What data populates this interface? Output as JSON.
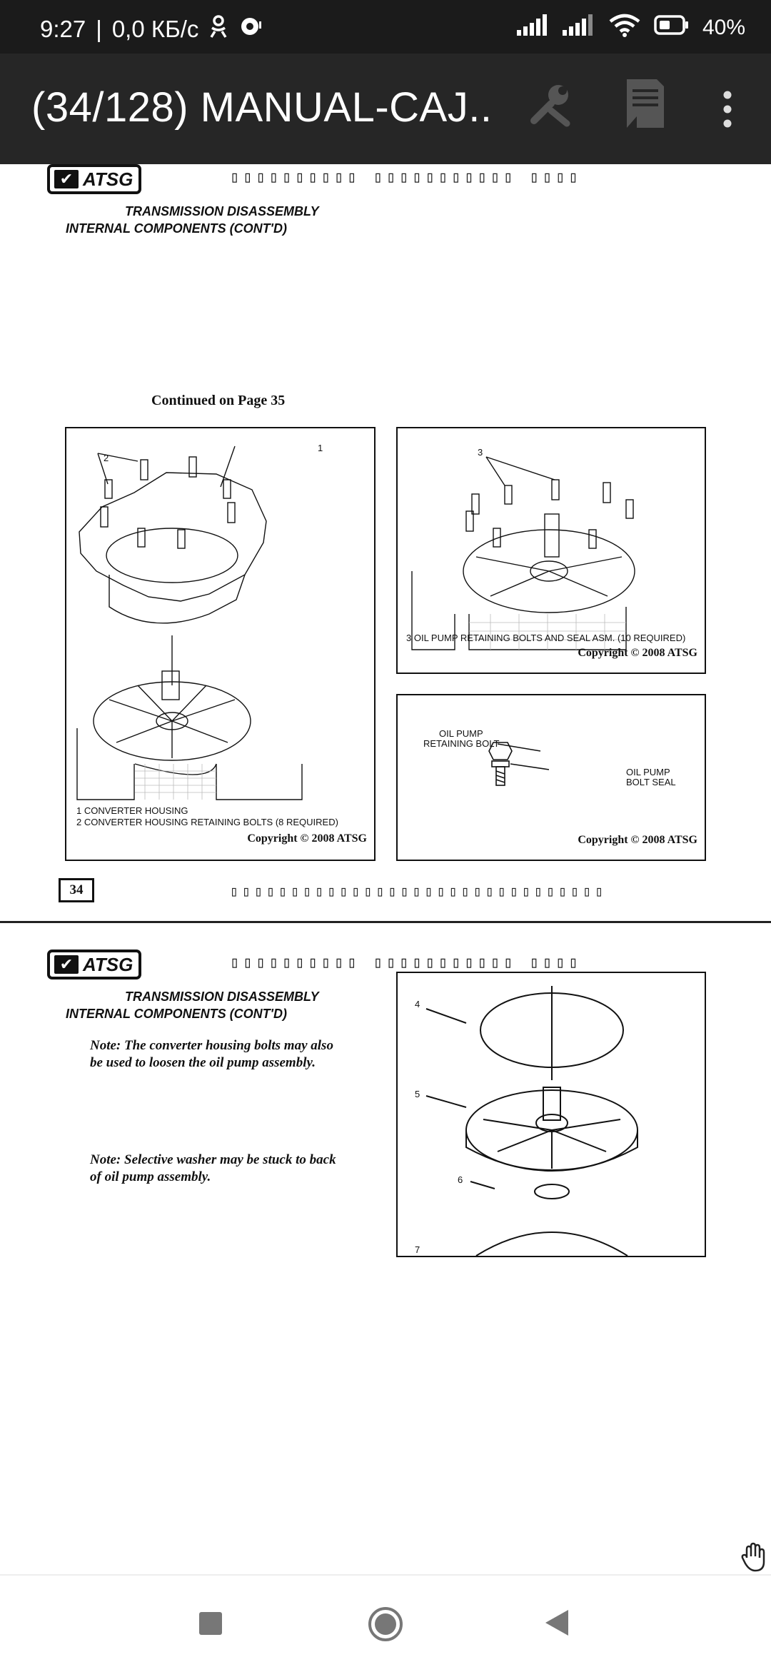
{
  "status_bar": {
    "time": "9:27",
    "separator": "|",
    "net_speed": "0,0 КБ/с",
    "battery": "40%"
  },
  "app_bar": {
    "title": "(34/128) MANUAL-CAJ...",
    "icons": [
      "wrench-icon",
      "document-icon",
      "more-vert-icon"
    ]
  },
  "page34": {
    "logo_text": "ATSG",
    "garbled_header": "▯▯▯▯▯▯▯▯▯▯ ▯▯▯▯▯▯▯▯▯▯▯ ▯▯▯▯",
    "section_title": "TRANSMISSION DISASSEMBLY",
    "section_subtitle": "INTERNAL COMPONENTS (CONT'D)",
    "continued": "Continued on Page 35",
    "fig_left": {
      "callout_1": "1",
      "callout_2": "2",
      "caption_1": "1  CONVERTER HOUSING",
      "caption_2": "2  CONVERTER HOUSING RETAINING BOLTS  (8 REQUIRED)",
      "copyright": "Copyright © 2008 ATSG"
    },
    "fig_right_top": {
      "callout_3": "3",
      "caption": "3  OIL PUMP RETAINING BOLTS AND SEAL ASM.  (10 REQUIRED)",
      "copyright": "Copyright © 2008 ATSG"
    },
    "fig_right_bottom": {
      "label_bolt_1": "OIL PUMP",
      "label_bolt_2": "RETAINING BOLT",
      "label_seal_1": "OIL PUMP",
      "label_seal_2": "BOLT SEAL",
      "copyright": "Copyright © 2008 ATSG"
    },
    "page_number": "34",
    "garbled_footer": "▯▯▯▯▯▯▯▯▯▯▯▯▯▯▯▯▯▯▯▯▯▯▯▯▯▯▯▯▯▯▯"
  },
  "page35": {
    "logo_text": "ATSG",
    "garbled_header": "▯▯▯▯▯▯▯▯▯▯ ▯▯▯▯▯▯▯▯▯▯▯ ▯▯▯▯",
    "section_title": "TRANSMISSION DISASSEMBLY",
    "section_subtitle": "INTERNAL COMPONENTS (CONT'D)",
    "note_1_line1": "Note: The converter housing bolts may also",
    "note_1_line2": "be used to loosen the oil pump assembly.",
    "note_2_line1": "Note: Selective washer may be stuck to back",
    "note_2_line2": "of oil pump assembly.",
    "callout_4": "4",
    "callout_5": "5",
    "callout_6": "6",
    "callout_7": "7"
  },
  "nav_bar": {
    "icons": [
      "recents-square-icon",
      "home-circle-icon",
      "back-triangle-icon"
    ]
  }
}
